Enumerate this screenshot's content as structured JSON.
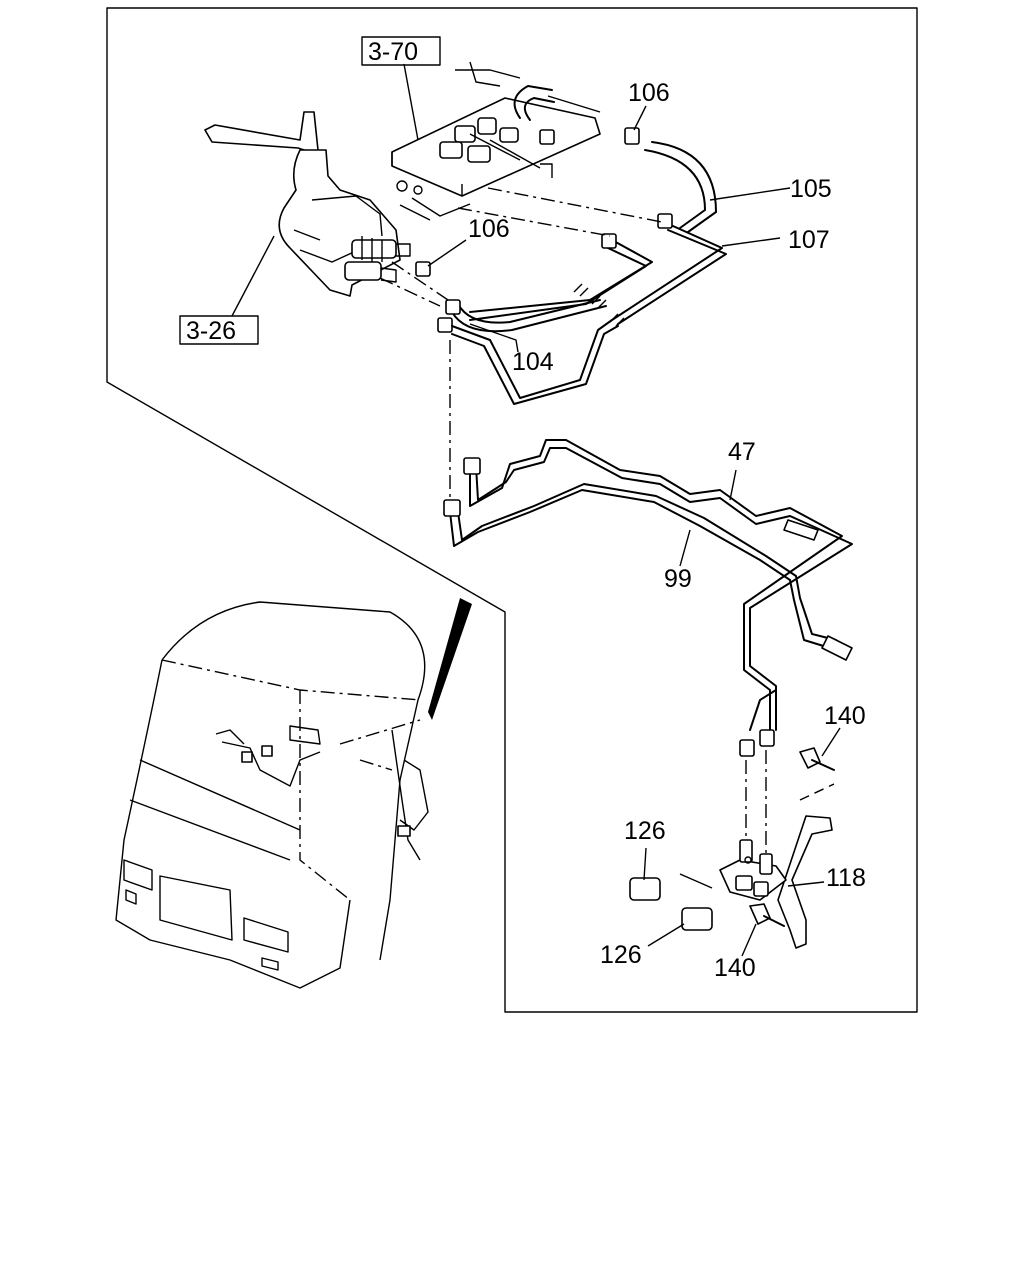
{
  "callouts": {
    "ref_3_70": "3-70",
    "ref_3_26": "3-26",
    "p106_top": "106",
    "p105": "105",
    "p106_mid": "106",
    "p107": "107",
    "p104": "104",
    "p47": "47",
    "p99": "99",
    "p140_top": "140",
    "p126_top": "126",
    "p118": "118",
    "p126_bottom": "126",
    "p140_bottom": "140"
  }
}
